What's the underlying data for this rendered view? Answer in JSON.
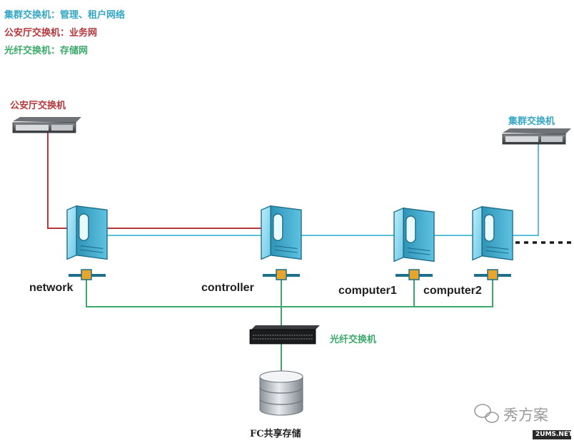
{
  "legend": [
    {
      "text": "集群交换机：管理、租户网络",
      "color": "#35a6c4"
    },
    {
      "text": "公安厅交换机：业务网",
      "color": "#b5373b"
    },
    {
      "text": "光纤交换机：存储网",
      "color": "#3aa96a"
    }
  ],
  "switches": {
    "police": {
      "label": "公安厅交换机",
      "color": "#b5373b"
    },
    "cluster": {
      "label": "集群交换机",
      "color": "#35a6c4"
    },
    "fiber": {
      "label": "光纤交换机",
      "color": "#3aa96a"
    }
  },
  "nodes": [
    {
      "id": "network",
      "label": "network"
    },
    {
      "id": "controller",
      "label": "controller"
    },
    {
      "id": "computer1",
      "label": "computer1"
    },
    {
      "id": "computer2",
      "label": "computer2"
    }
  ],
  "storage": {
    "label": "FC共享存储"
  },
  "watermark": {
    "brand": "秀方案",
    "site": "2UMS.NET"
  },
  "colors": {
    "management": "#5bbfd6",
    "business": "#b5373b",
    "storage": "#3aa96a",
    "server_body": "#7fd0ec",
    "server_edge": "#1f6f8a"
  }
}
